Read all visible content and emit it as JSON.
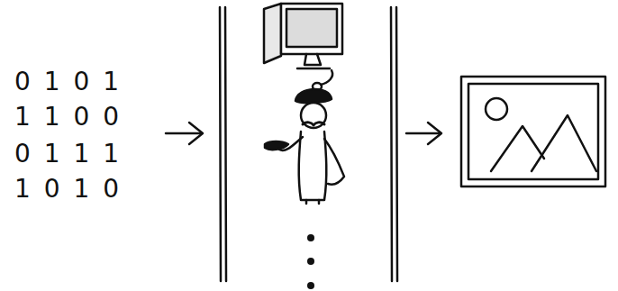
{
  "diagram": {
    "labels": [
      "0 1 0 1",
      "1 1 0 0",
      "0 1 1 1",
      "1 0 1 0"
    ]
  }
}
